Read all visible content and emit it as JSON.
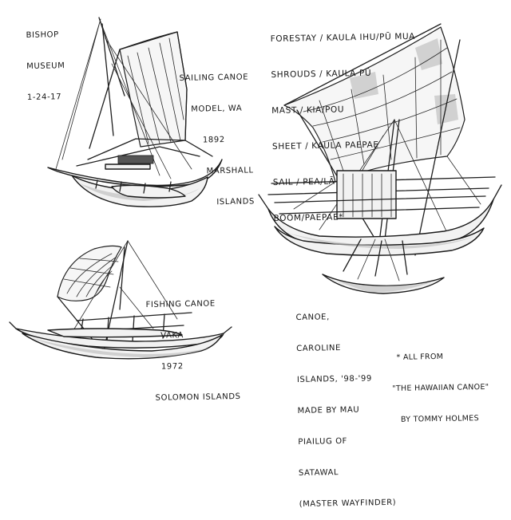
{
  "header": {
    "line1": "BISHOP",
    "line2": "MUSEUM",
    "date": "1-24-17"
  },
  "sailing_canoe": {
    "lines": [
      "SAILING CANOE",
      "MODEL, WA",
      "1892",
      "MARSHALL",
      "ISLANDS"
    ]
  },
  "glossary": {
    "lines": [
      "FORESTAY / KAULA IHU/PŪ MUA",
      "SHROUDS / KAULA PŪ",
      "MAST / KIA/POU",
      "SHEET / KAULA PAEPAE",
      "SAIL / PEA/LĀ",
      "BOOM/PAEPAE*"
    ]
  },
  "fishing_canoe": {
    "lines": [
      "FISHING CANOE",
      "VAKA",
      "1972",
      "SOLOMON ISLANDS"
    ]
  },
  "caroline_canoe": {
    "lines": [
      "CANOE,",
      "CAROLINE",
      "ISLANDS, '98-'99",
      "MADE BY MAU",
      "PIAILUG OF",
      "SATAWAL",
      "(MASTER WAYFINDER)"
    ]
  },
  "footnote": {
    "lines": [
      "* ALL FROM",
      "\"THE HAWAIIAN CANOE\"",
      "BY TOMMY HOLMES"
    ]
  }
}
